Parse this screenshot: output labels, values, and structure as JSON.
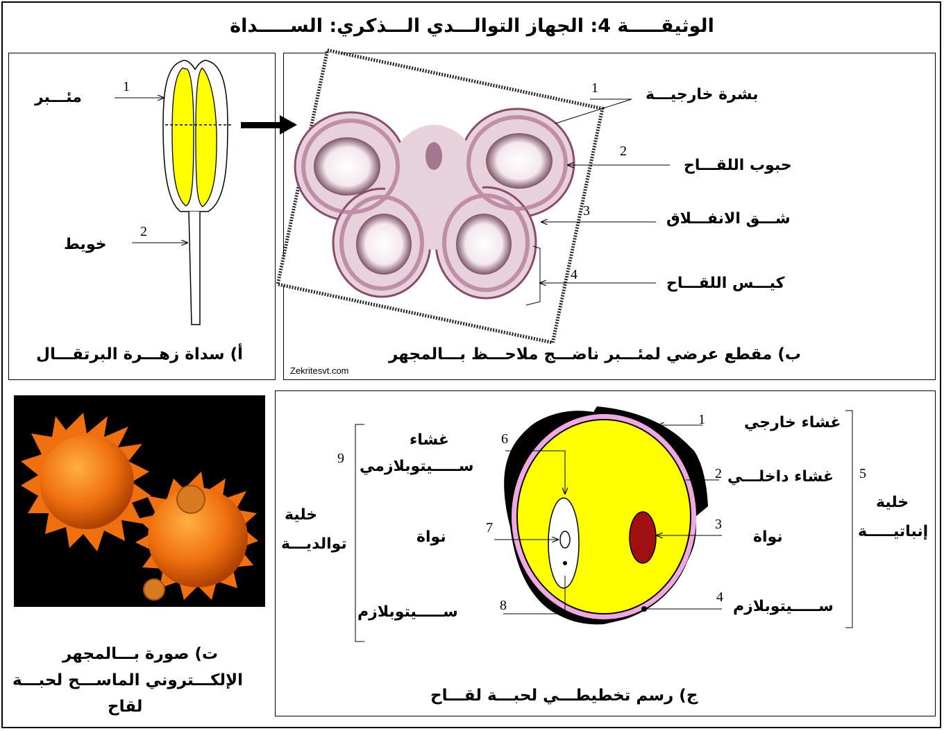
{
  "title": "الوثيقـــــة 4: الجهاز التوالـــدي الـــذكري: الســـــداة",
  "panel_a": {
    "caption": "أ) سداة زهـــرة البرتقـــال",
    "anther": {
      "num": "1",
      "label": "مئـــبر"
    },
    "filament": {
      "num": "2",
      "label": "خويط"
    }
  },
  "panel_b": {
    "caption": "ب) مقطع عرضي لمئـــبر ناضـــج ملاحـــظ بـــالمجهر",
    "watermark": "Zekritesvt.com",
    "labels": [
      {
        "num": "1",
        "text": "بشرة خارجيـــة"
      },
      {
        "num": "2",
        "text": "حبوب اللقـــاح"
      },
      {
        "num": "3",
        "text": "شـــق الانفـــلاق"
      },
      {
        "num": "4",
        "text": "كيـــس اللقـــاح"
      }
    ]
  },
  "panel_c": {
    "caption_line1": "ت) صورة بـــالمجهر",
    "caption_line2": "الإلكـــتروني الماســـح لحبـــة",
    "caption_line3": "لقاح"
  },
  "panel_d": {
    "caption": "ج) رسم تخطيطـــي لحبـــة لقـــاح",
    "right_labels": [
      {
        "num": "1",
        "text": "غشاء خارجي"
      },
      {
        "num": "2",
        "text": "غشاء داخلـــي"
      },
      {
        "num": "3",
        "text": "نواة"
      },
      {
        "num": "4",
        "text": "ســـــيتوبلازم"
      }
    ],
    "right_group": {
      "num": "5",
      "line1": "خلية",
      "line2": "إنباتيـــــة"
    },
    "left_labels": [
      {
        "num": "6",
        "line1": "غشاء",
        "line2": "ســـــيتوبلازمي"
      },
      {
        "num": "7",
        "text": "نواة"
      },
      {
        "num": "8",
        "text": "ســـــيتوبلازم"
      }
    ],
    "left_group": {
      "num": "9",
      "line1": "خلية",
      "line2": "توالديـــة"
    }
  },
  "colors": {
    "anther_yellow": "#ffff00",
    "pollen_yellow": "#ffff00",
    "inner_wall_pink": "#f0a8e0",
    "nucleus_red": "#a01010",
    "pollen_orange": "#f07010",
    "tissue_pink": "#c890b0"
  }
}
